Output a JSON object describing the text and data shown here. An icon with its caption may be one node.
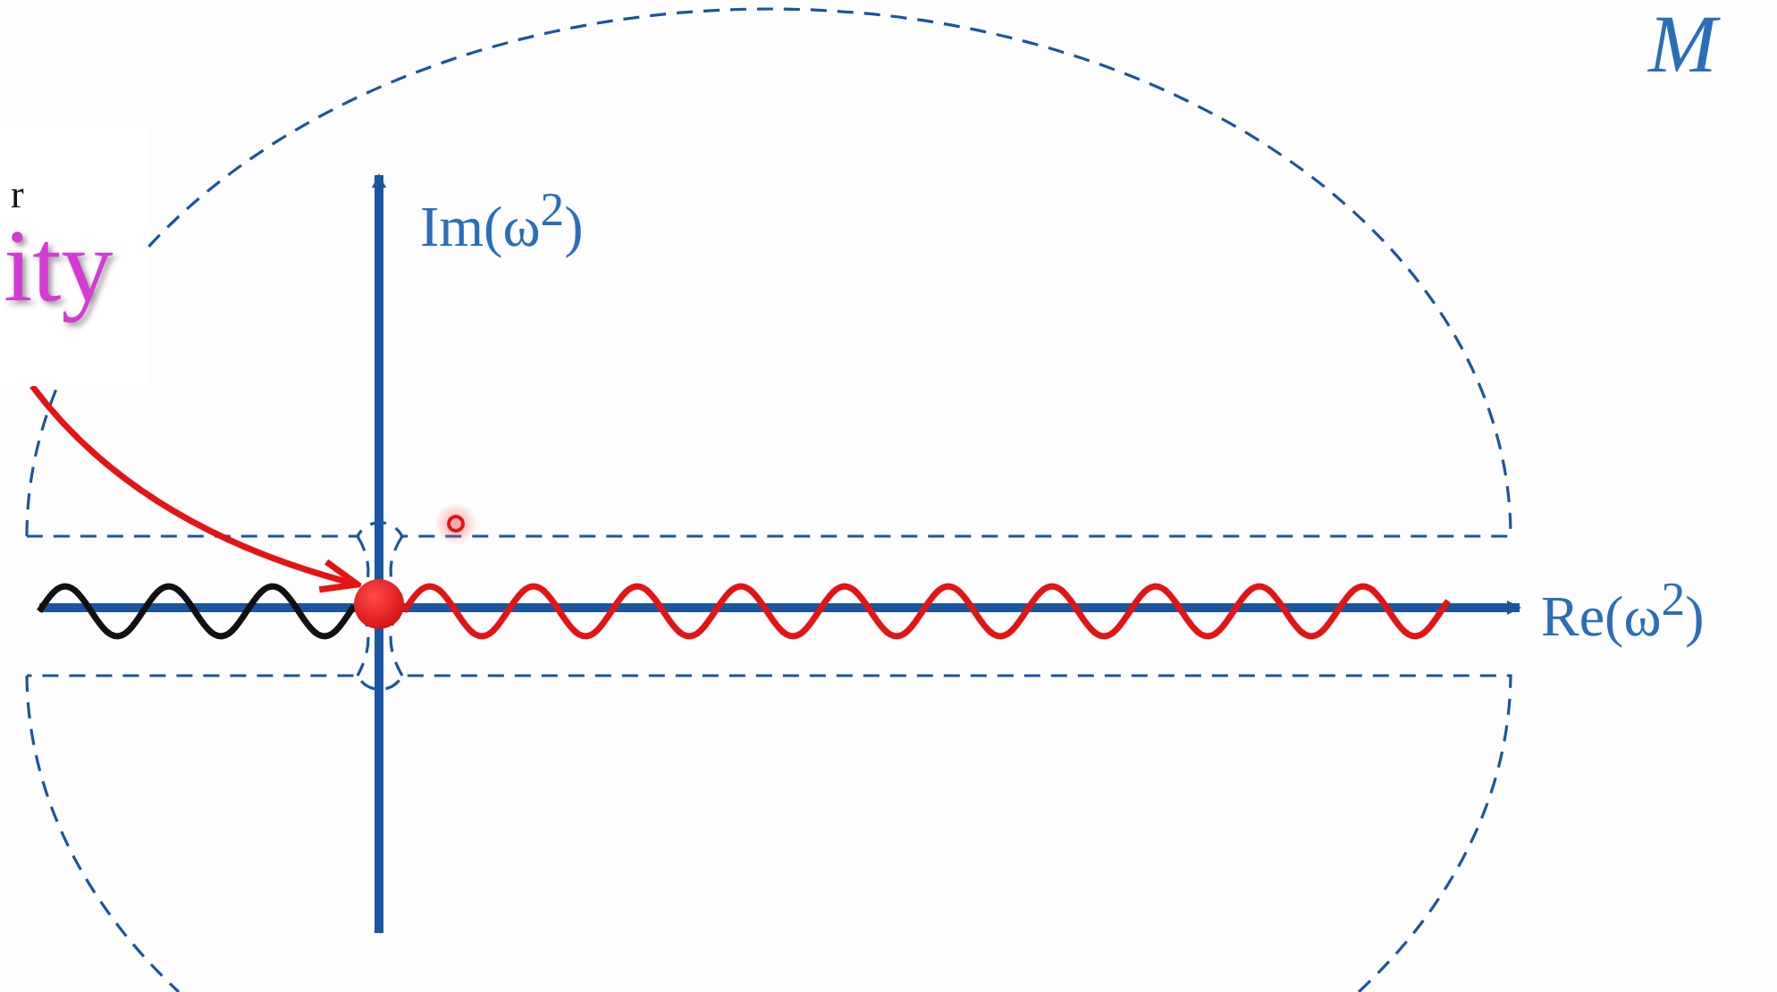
{
  "diagram": {
    "nodes": [
      {
        "text": [
          "r",
          "ity"
        ]
      },
      {
        "text": [],
        "shape": "circle"
      }
    ],
    "edges": [
      {
        "from": 0,
        "to": 1,
        "arrow": "to"
      }
    ],
    "labels": [
      "Im(ω$^{2}$)",
      "Re(ω$^{2}$)",
      "M"
    ]
  }
}
